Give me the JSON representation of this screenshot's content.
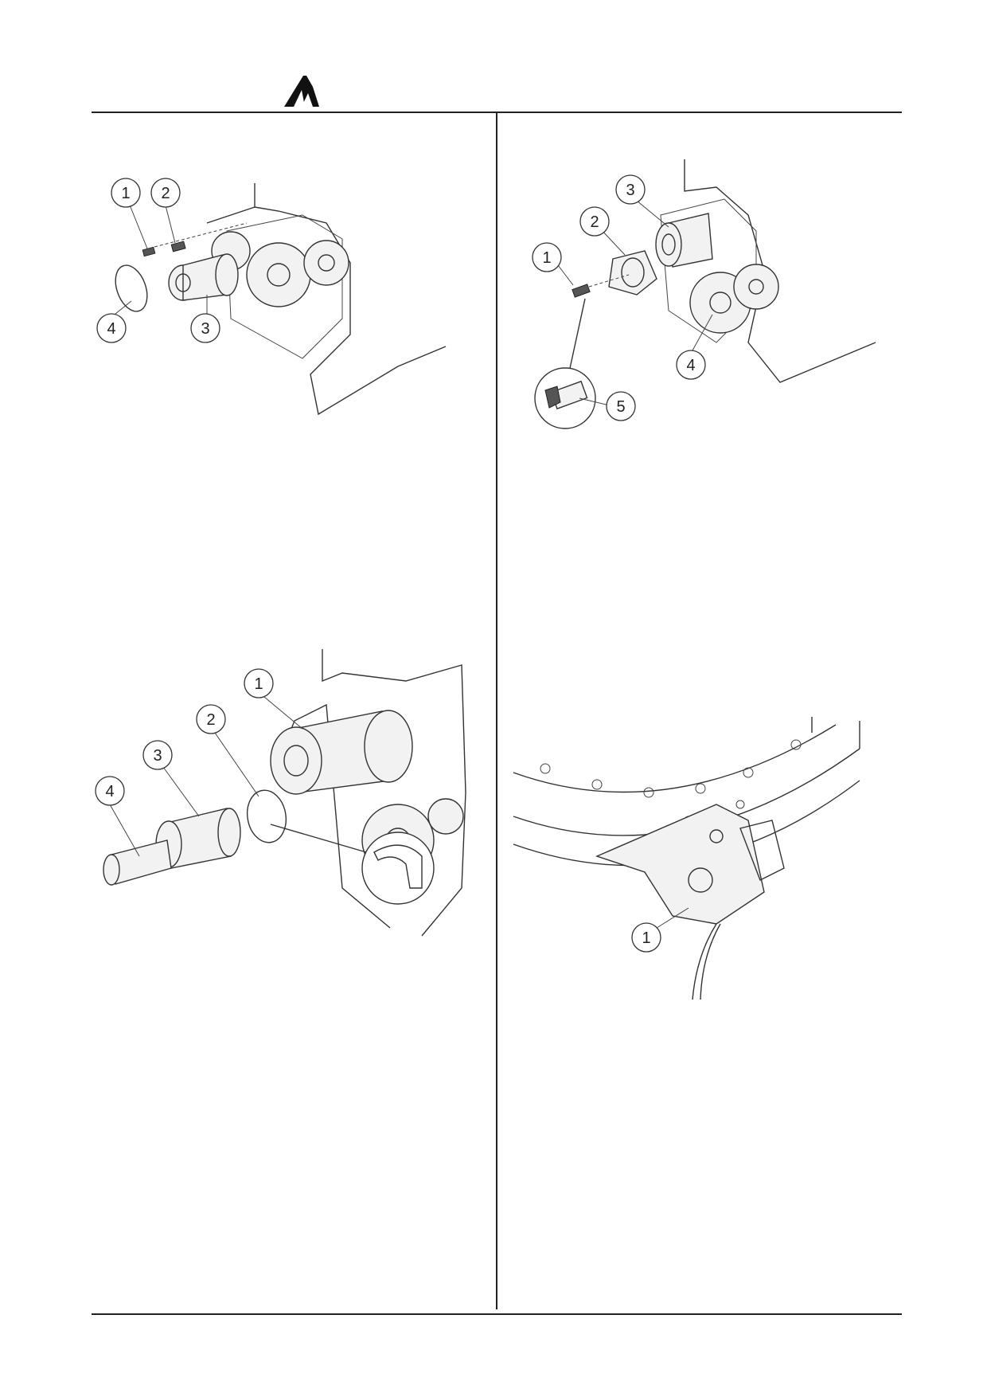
{
  "figures": {
    "fig1": {
      "callouts": [
        "1",
        "2",
        "3",
        "4"
      ]
    },
    "fig2": {
      "callouts": [
        "1",
        "2",
        "3",
        "4",
        "5"
      ]
    },
    "fig3": {
      "callouts": [
        "1",
        "2",
        "3",
        "4"
      ]
    },
    "fig4": {
      "callouts": [
        "1"
      ]
    }
  }
}
